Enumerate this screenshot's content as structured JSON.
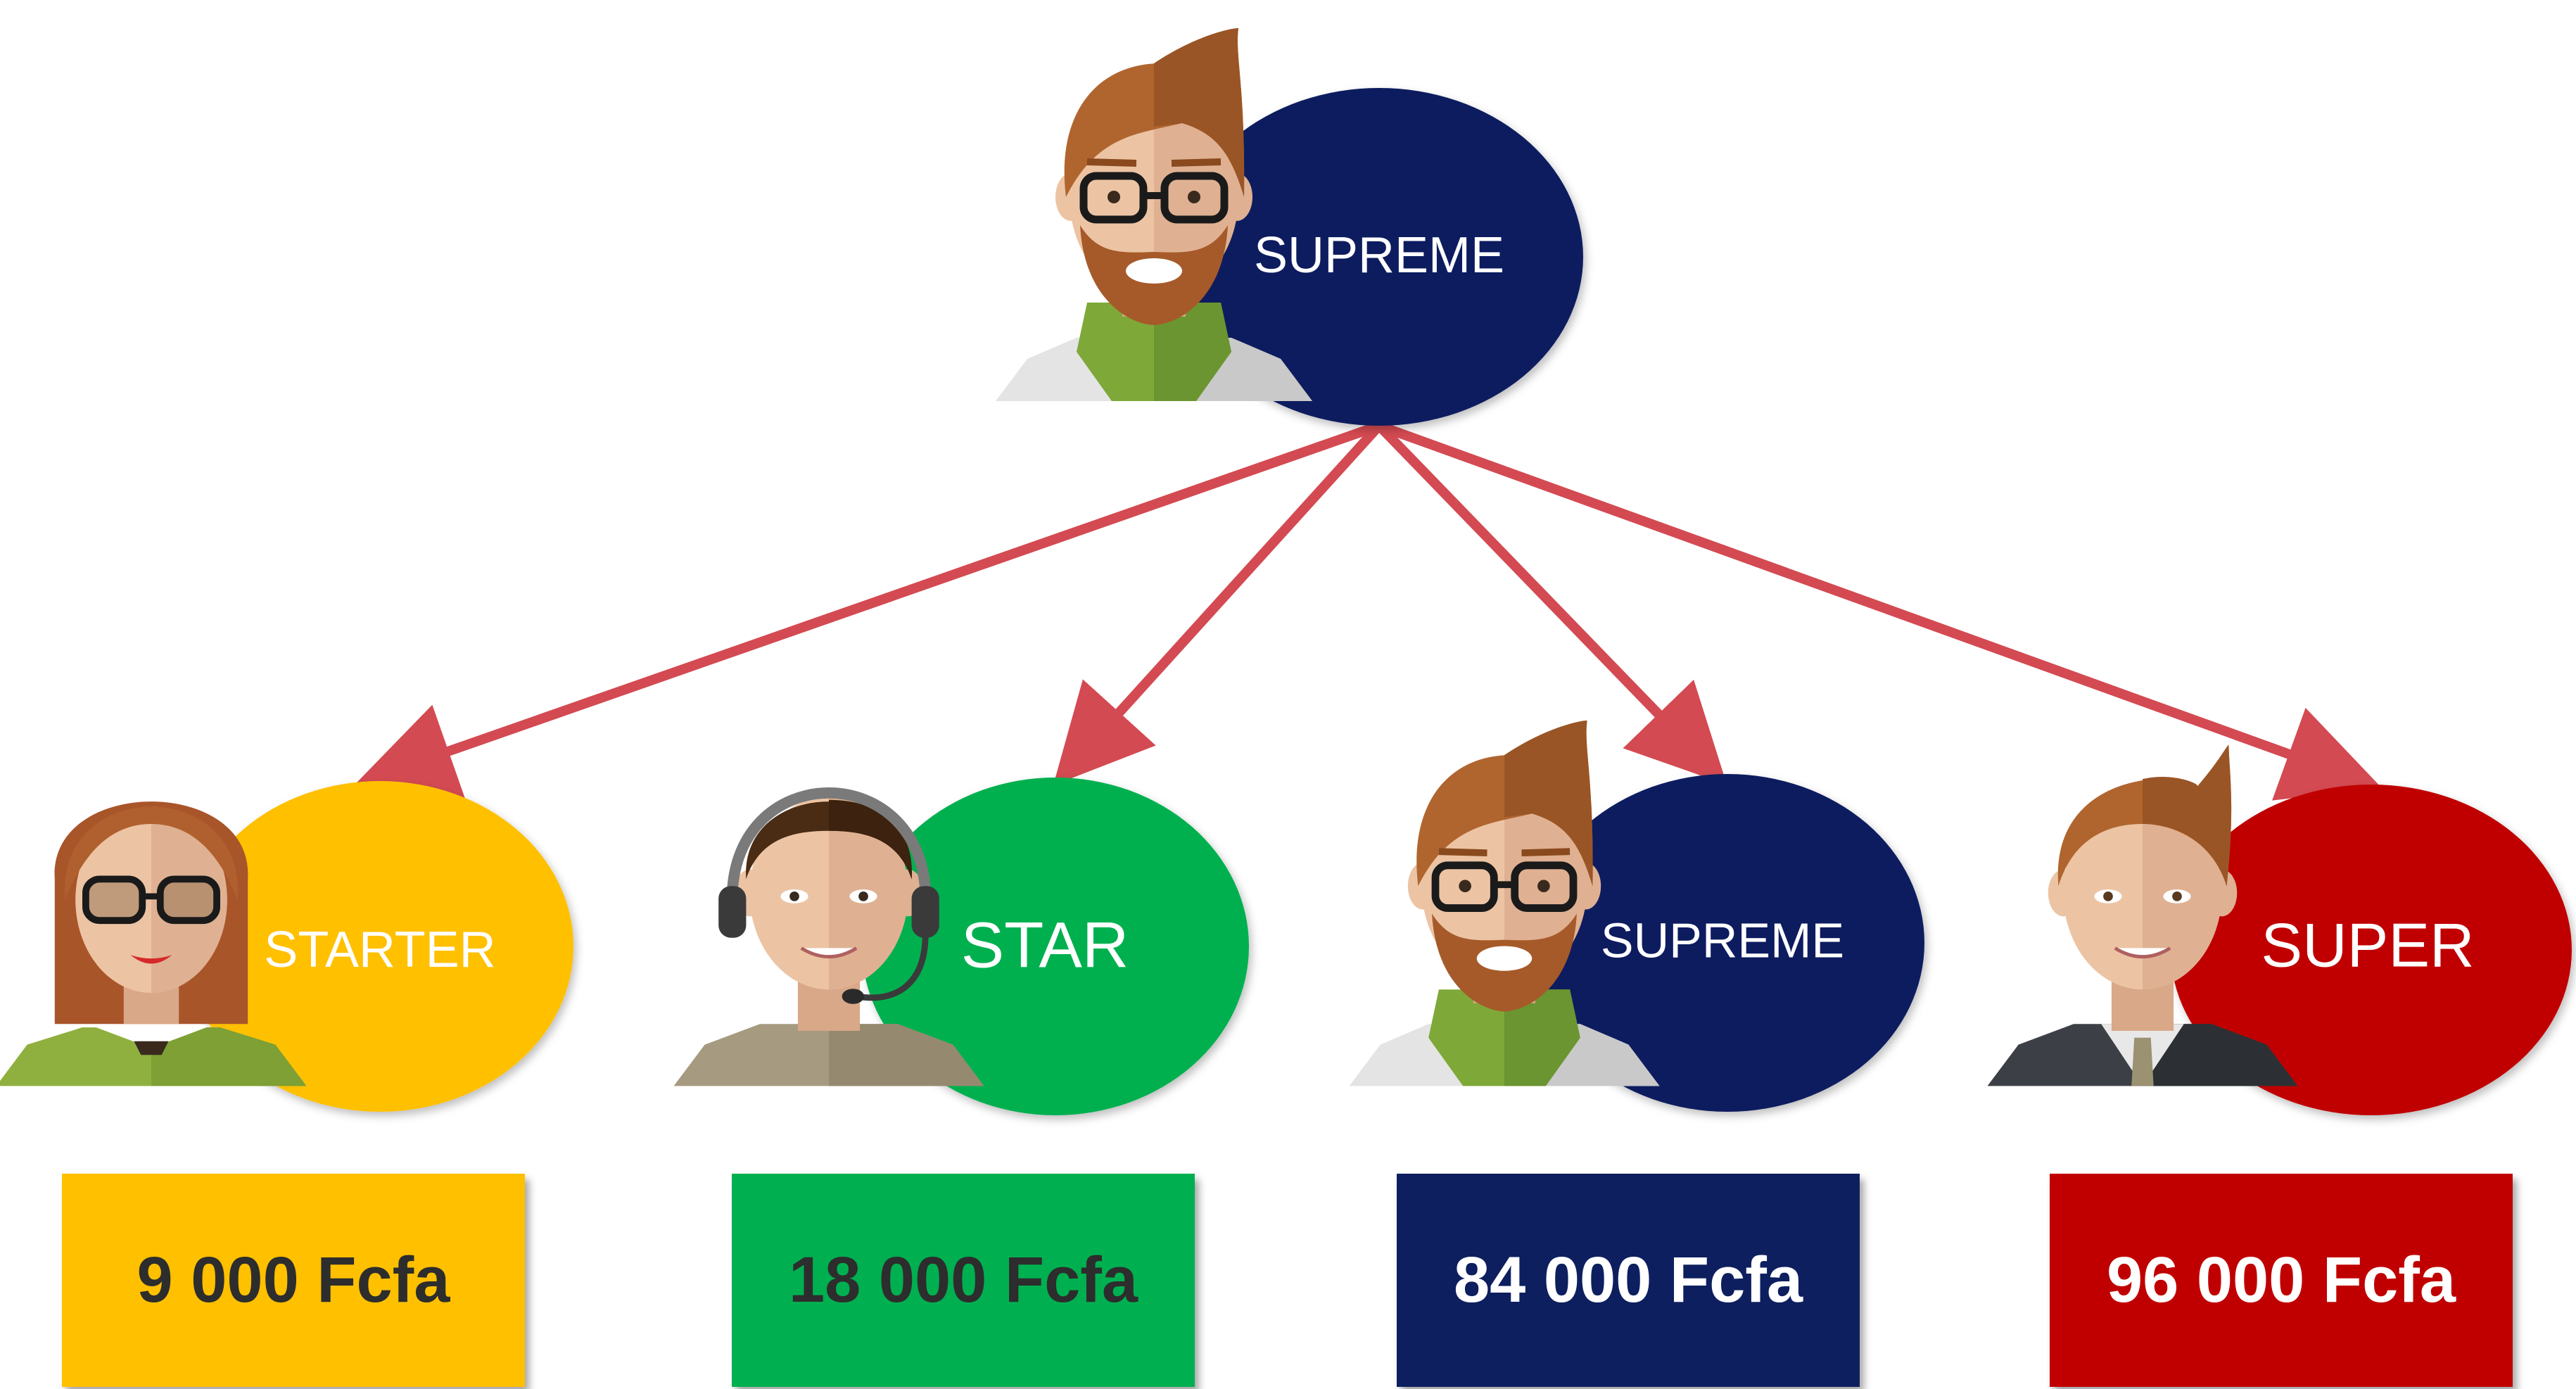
{
  "colors": {
    "arrow": "#d44a52",
    "supreme": "#0e1f5f",
    "starter": "#ffc000",
    "star": "#00b050",
    "super": "#c00000",
    "skin": "#ecc4a4",
    "hair_brown": "#a65a2a",
    "scarf_green": "#7ea838"
  },
  "root": {
    "label": "SUPREME",
    "avatar_icon": "bearded-man-glasses-scarf-icon"
  },
  "children": [
    {
      "label": "STARTER",
      "price": "9 000 Fcfa",
      "color": "#ffc000",
      "price_text_color": "#2d2d2d",
      "avatar_icon": "woman-glasses-avatar-icon"
    },
    {
      "label": "STAR",
      "price": "18 000 Fcfa",
      "color": "#00b050",
      "price_text_color": "#2d2d2d",
      "avatar_icon": "man-headset-avatar-icon"
    },
    {
      "label": "SUPREME",
      "price": "84 000 Fcfa",
      "color": "#0e1f5f",
      "price_text_color": "#ffffff",
      "avatar_icon": "bearded-man-glasses-scarf-icon"
    },
    {
      "label": "SUPER",
      "price": "96 000 Fcfa",
      "color": "#c00000",
      "price_text_color": "#ffffff",
      "avatar_icon": "man-suit-avatar-icon"
    }
  ]
}
